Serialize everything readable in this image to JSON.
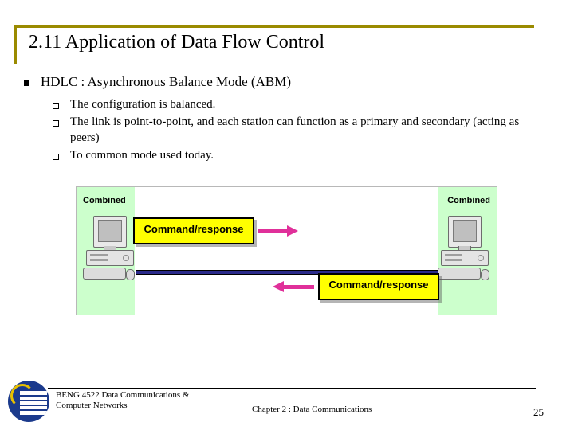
{
  "slide": {
    "title": "2.11 Application of Data Flow Control",
    "bullets": {
      "level1": "HDLC : Asynchronous Balance Mode (ABM)",
      "level2": [
        "The configuration is balanced.",
        "The link is point-to-point, and each station can function as a primary and secondary (acting as peers)",
        "To common mode used today."
      ]
    },
    "figure": {
      "left_label": "Combined",
      "right_label": "Combined",
      "callout_top": "Command/response",
      "callout_bottom": "Command/response",
      "panel_color": "#ccffcc",
      "callout_color": "#ffff00",
      "arrow_color": "#e0309a",
      "link_color": "#2a2a8a"
    },
    "footer": {
      "course_line1": "BENG 4522 Data Communications &",
      "course_line2": "Computer Networks",
      "chapter": "Chapter 2 : Data Communications",
      "page_number": "25"
    },
    "accent_color": "#9a8a00"
  }
}
